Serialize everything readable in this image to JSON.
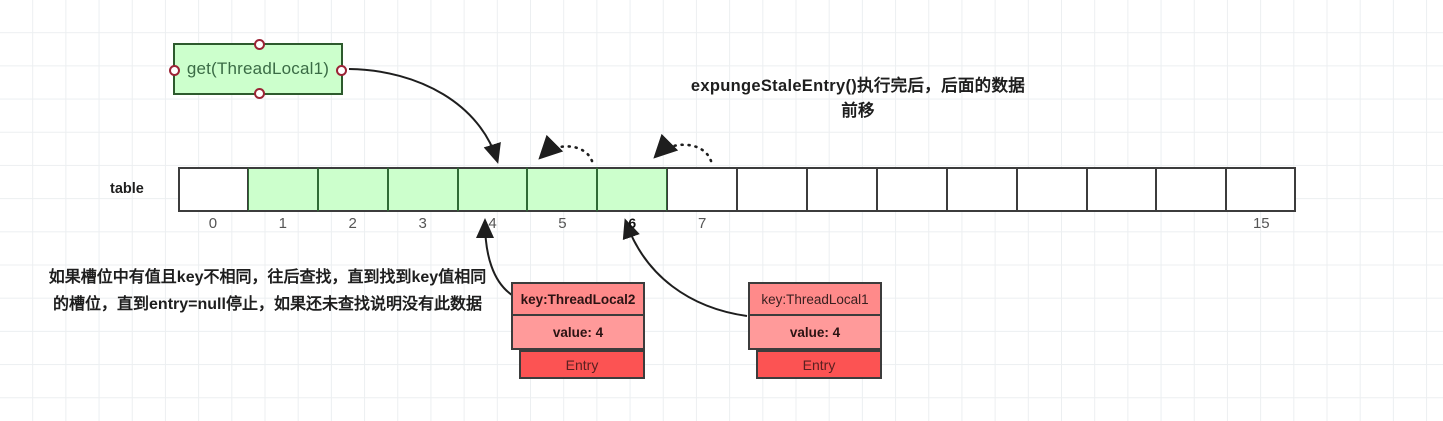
{
  "diagram": {
    "title": "expungeStaleEntry()执行完后，后面的数据前移",
    "note": "如果槽位中有值且key不相同，往后查找，直到找到key值相同的槽位，直到entry=null停止，如果还未查找说明没有此数据",
    "get_node": {
      "label": "get(ThreadLocal1)"
    },
    "table": {
      "label": "table",
      "indices": [
        "0",
        "1",
        "2",
        "3",
        "4",
        "5",
        "6",
        "7",
        "",
        "",
        "",
        "",
        "",
        "",
        "",
        "15"
      ],
      "highlight_index": "6",
      "filled": [
        false,
        true,
        true,
        true,
        true,
        true,
        true,
        false,
        false,
        false,
        false,
        false,
        false,
        false,
        false,
        false
      ],
      "cell_count": 16
    },
    "entries": [
      {
        "key": "key:ThreadLocal2",
        "value": "value: 4",
        "footer": "Entry",
        "key_bold": true,
        "value_bold": true
      },
      {
        "key": "key:ThreadLocal1",
        "value": "value: 4",
        "footer": "Entry",
        "key_bold": false,
        "value_bold": true
      }
    ],
    "colors": {
      "cell_fill": "#ccffcc",
      "cell_border": "#2f6b35",
      "entry_key_fill": "#ff8a8a",
      "entry_value_fill": "#ff9a9a",
      "entry_footer_fill": "#fc5353",
      "node_fill": "#ccffcc",
      "node_border": "#2d5a2d",
      "anchor_border": "#9b2335",
      "grid": "#eceff1"
    }
  }
}
